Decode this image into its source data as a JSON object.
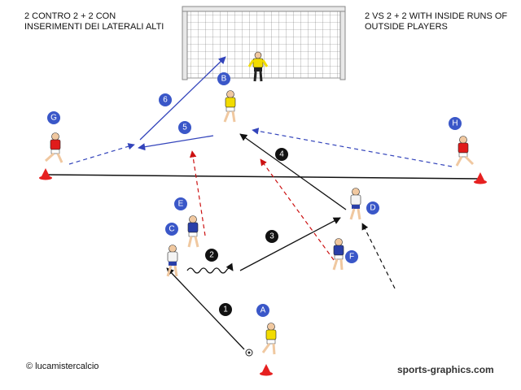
{
  "titles": {
    "italian": [
      "2 CONTRO 2 + 2 CON",
      "INSERIMENTI DEI LATERALI ALTI"
    ],
    "english": [
      "2 VS 2 + 2 WITH INSIDE RUNS OF",
      "OUTSIDE PLAYERS"
    ]
  },
  "credits": {
    "left": "© lucamistercalcio",
    "right": "sports-graphics.com"
  },
  "players": [
    {
      "id": "A",
      "team": "yellow"
    },
    {
      "id": "B",
      "team": "yellow"
    },
    {
      "id": "C",
      "team": "white"
    },
    {
      "id": "D",
      "team": "white"
    },
    {
      "id": "E",
      "team": "blue"
    },
    {
      "id": "F",
      "team": "blue"
    },
    {
      "id": "G",
      "team": "red"
    },
    {
      "id": "H",
      "team": "red"
    }
  ],
  "steps": [
    "1",
    "2",
    "3",
    "4",
    "5",
    "6"
  ],
  "colors": {
    "badge_blue": "#3a57c8",
    "badge_black": "#111111",
    "arrow_blue": "#3344bb",
    "arrow_red": "#cc1111",
    "arrow_black": "#111111",
    "shirt_yellow": "#f2dc00",
    "shirt_blue": "#2a3fa8",
    "shirt_red": "#e01b1b",
    "shirt_white": "#f4f4f4",
    "cone_red": "#e62020"
  }
}
